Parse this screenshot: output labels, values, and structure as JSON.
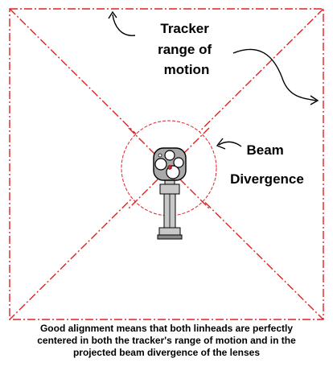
{
  "colors": {
    "boundary": "#e02020",
    "ink": "#000000",
    "device_body": "#a9a9a9",
    "device_stand": "#c8c8c8",
    "background": "#ffffff"
  },
  "labels": {
    "tracker_range": [
      "Tracker",
      "range of",
      "motion"
    ],
    "beam_divergence": [
      "Beam",
      "Divergence"
    ]
  },
  "caption": [
    "Good alignment means that both linheads are perfectly",
    "centered in both the tracker's range of motion and in the",
    "projected beam divergence of the lenses"
  ],
  "icons": {
    "device": "tracker-head-icon"
  }
}
